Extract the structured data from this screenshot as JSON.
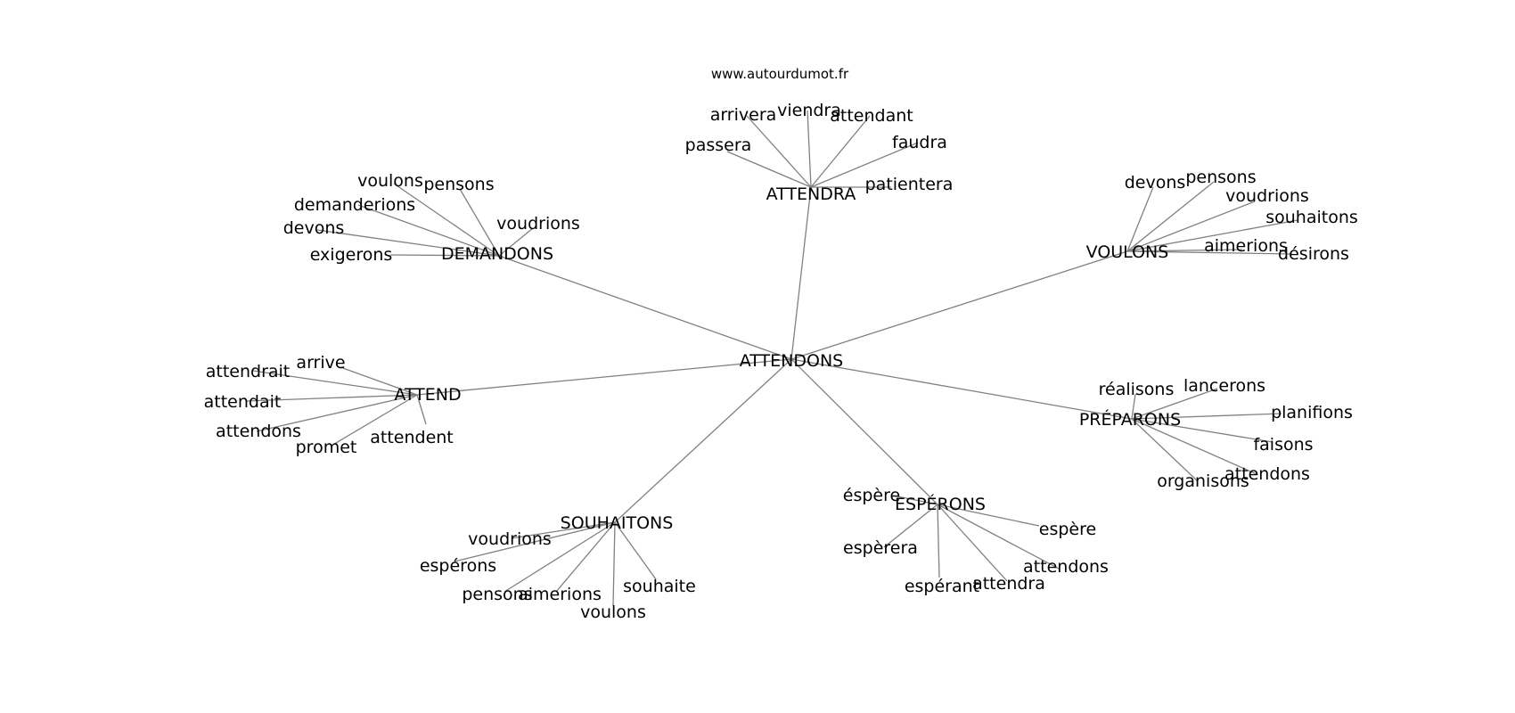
{
  "site_label": "www.autourdumot.fr",
  "center": "ATTENDONS",
  "clusters": [
    {
      "hub": "ATTENDRA",
      "words": [
        "passera",
        "arrivera",
        "viendra",
        "attendant",
        "faudra",
        "patientera"
      ]
    },
    {
      "hub": "DEMANDONS",
      "words": [
        "voulons",
        "pensons",
        "demanderions",
        "devons",
        "exigerons",
        "voudrions"
      ]
    },
    {
      "hub": "VOULONS",
      "words": [
        "devons",
        "pensons",
        "voudrions",
        "souhaitons",
        "aimerions",
        "désirons"
      ]
    },
    {
      "hub": "ATTEND",
      "words": [
        "arrive",
        "attendrait",
        "attendait",
        "attendons",
        "promet",
        "attendent"
      ]
    },
    {
      "hub": "PRÉPARONS",
      "words": [
        "réalisons",
        "lancerons",
        "planifions",
        "faisons",
        "attendons",
        "organisons"
      ]
    },
    {
      "hub": "ESPÉRONS",
      "words": [
        "éspère",
        "espère",
        "espèrera",
        "espérant",
        "attendra",
        "attendons"
      ]
    },
    {
      "hub": "SOUHAITONS",
      "words": [
        "voudrions",
        "espérons",
        "pensons",
        "aimerions",
        "voulons",
        "souhaite"
      ]
    }
  ],
  "colors": {
    "edge": "#808080",
    "text": "#000000",
    "background": "#ffffff"
  }
}
